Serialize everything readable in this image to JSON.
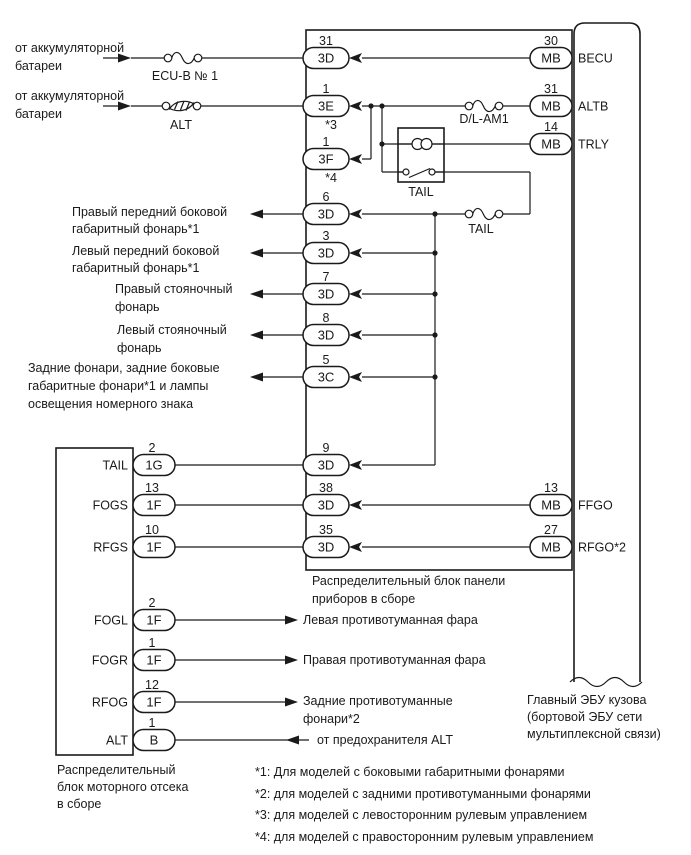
{
  "power_inputs": [
    {
      "line1": "от аккумуляторной",
      "line2": "батареи",
      "fuse": "ECU-B № 1"
    },
    {
      "line1": "от аккумуляторной",
      "line2": "батареи",
      "fuse": "ALT"
    }
  ],
  "panel_block": {
    "caption1": "Распределительный блок панели",
    "caption2": "приборов в сборе",
    "relay_label": "TAIL",
    "fuse_dl_am1": "D/L-AM1",
    "fuse_tail": "TAIL",
    "connectors": [
      {
        "pin": "31",
        "code": "3D"
      },
      {
        "pin": "1",
        "code": "3E",
        "note": "*3"
      },
      {
        "pin": "1",
        "code": "3F",
        "note": "*4"
      },
      {
        "pin": "6",
        "code": "3D"
      },
      {
        "pin": "3",
        "code": "3D"
      },
      {
        "pin": "7",
        "code": "3D"
      },
      {
        "pin": "8",
        "code": "3D"
      },
      {
        "pin": "5",
        "code": "3C"
      },
      {
        "pin": "9",
        "code": "3D"
      },
      {
        "pin": "38",
        "code": "3D"
      },
      {
        "pin": "35",
        "code": "3D"
      }
    ]
  },
  "ecu_block": {
    "caption1": "Главный ЭБУ кузова",
    "caption2": "(бортовой ЭБУ сети",
    "caption3": "мультиплексной связи)",
    "connectors": [
      {
        "pin": "30",
        "code": "MB",
        "name": "BECU"
      },
      {
        "pin": "31",
        "code": "MB",
        "name": "ALTB"
      },
      {
        "pin": "14",
        "code": "MB",
        "name": "TRLY"
      },
      {
        "pin": "13",
        "code": "MB",
        "name": "FFGO"
      },
      {
        "pin": "27",
        "code": "MB",
        "name": "RFGO*2"
      }
    ]
  },
  "engine_block": {
    "caption1": "Распределительный",
    "caption2": "блок моторного отсека",
    "caption3": "в сборе",
    "connectors": [
      {
        "pin": "2",
        "code": "1G",
        "name": "TAIL"
      },
      {
        "pin": "13",
        "code": "1F",
        "name": "FOGS"
      },
      {
        "pin": "10",
        "code": "1F",
        "name": "RFGS"
      },
      {
        "pin": "2",
        "code": "1F",
        "name": "FOGL"
      },
      {
        "pin": "1",
        "code": "1F",
        "name": "FOGR"
      },
      {
        "pin": "12",
        "code": "1F",
        "name": "RFOG"
      },
      {
        "pin": "1",
        "code": "B",
        "name": "ALT"
      }
    ]
  },
  "left_outputs": [
    {
      "l1": "Правый передний боковой",
      "l2": "габаритный фонарь*1"
    },
    {
      "l1": "Левый передний боковой",
      "l2": "габаритный фонарь*1"
    },
    {
      "l1": "Правый стояночный",
      "l2": "фонарь"
    },
    {
      "l1": "Левый стояночный",
      "l2": "фонарь"
    },
    {
      "l1": "Задние фонари, задние боковые",
      "l2": "габаритные фонари*1 и лампы",
      "l3": "освещения номерного знака"
    }
  ],
  "right_outputs": [
    {
      "l1": "Левая противотуманная фара"
    },
    {
      "l1": "Правая противотуманная фара"
    },
    {
      "l1": "Задние противотуманные",
      "l2": "фонари*2"
    },
    {
      "l1": "от предохранителя ALT"
    }
  ],
  "footnotes": [
    "*1: Для моделей с боковыми габаритными фонарями",
    "*2: для моделей с задними противотуманными фонарями",
    "*3: для моделей с левосторонним рулевым управлением",
    "*4: для моделей с правосторонним рулевым управлением"
  ],
  "colors": {
    "line": "#1a1a1a",
    "background": "#ffffff"
  }
}
